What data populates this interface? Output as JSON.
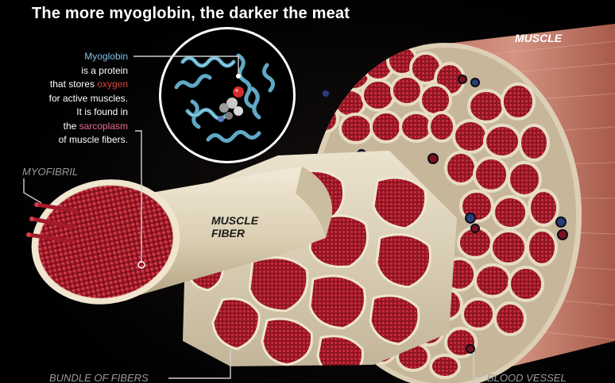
{
  "title": "The more myoglobin, the darker the meat",
  "labels": {
    "muscle": "MUSCLE",
    "myofibril": "MYOFIBRIL",
    "muscle_fiber_line1": "MUSCLE",
    "muscle_fiber_line2": "FIBER",
    "bundle_of_fibers": "BUNDLE OF FIBERS",
    "blood_vessel": "BLOOD VESSEL"
  },
  "description": {
    "line1_term": "Myoglobin",
    "line2": "is a protein",
    "line3_prefix": "that stores ",
    "line3_term": "oxygen",
    "line4": "for active muscles.",
    "line5": "It is found in",
    "line6_prefix": "the ",
    "line6_term": "sarcoplasm",
    "line7": "of muscle fibers."
  },
  "colors": {
    "background": "#000000",
    "myoglobin_term": "#7fc2e2",
    "oxygen_term": "#e0413e",
    "sarcoplasm_term": "#e66b8a",
    "muscle_tissue": "#a8192a",
    "connective_tissue": "#e6dcc5",
    "outer_muscle": "#c98472",
    "blood_vessel_blue": "#283d7a",
    "blood_vessel_red": "#7a1020"
  },
  "icons": [
    "myoglobin-protein-illustration",
    "muscle-cross-section-illustration"
  ]
}
